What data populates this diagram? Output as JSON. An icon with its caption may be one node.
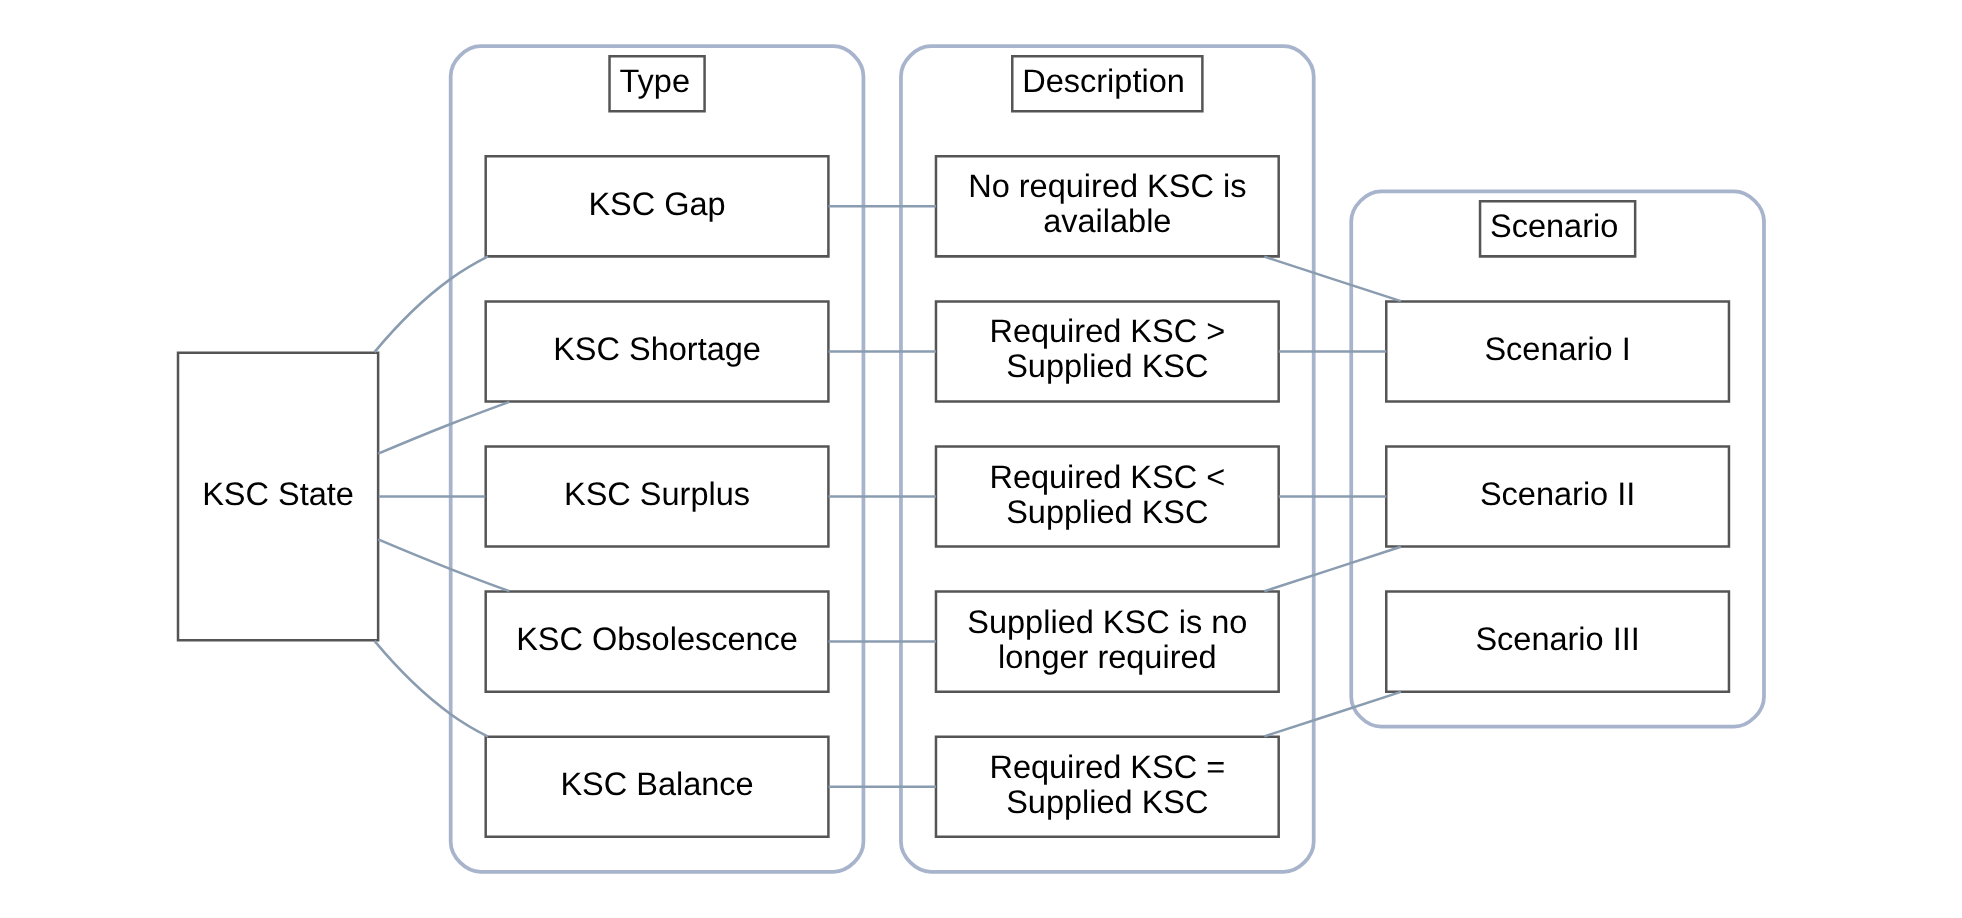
{
  "diagram": {
    "nodes": [
      {
        "text": [
          "KSC State"
        ]
      },
      {
        "text": [
          "Type"
        ]
      },
      {
        "text": [
          "KSC Gap"
        ],
        "in": 1
      },
      {
        "text": [
          "KSC Shortage"
        ],
        "in": 1
      },
      {
        "text": [
          "KSC Surplus"
        ],
        "in": 1
      },
      {
        "text": [
          "KSC Obsolescence"
        ],
        "in": 1
      },
      {
        "text": [
          "KSC Balance"
        ],
        "in": 1
      },
      {
        "text": [
          "Description"
        ]
      },
      {
        "text": [
          "No required KSC is available"
        ],
        "in": 7
      },
      {
        "text": [
          "Required KSC > Supplied KSC"
        ],
        "in": 7
      },
      {
        "text": [
          "Required KSC < Supplied KSC"
        ],
        "in": 7
      },
      {
        "text": [
          "Supplied KSC is no longer required"
        ],
        "in": 7
      },
      {
        "text": [
          "Required KSC = Supplied KSC"
        ],
        "in": 7
      },
      {
        "text": [
          "Scenario"
        ]
      },
      {
        "text": [
          "Scenario I"
        ],
        "in": 13
      },
      {
        "text": [
          "Scenario II"
        ],
        "in": 13
      },
      {
        "text": [
          "Scenario III"
        ],
        "in": 13
      }
    ],
    "edges": [
      {
        "from": 0,
        "to": 2,
        "arrow": "none"
      },
      {
        "from": 0,
        "to": 3,
        "arrow": "none"
      },
      {
        "from": 0,
        "to": 4,
        "arrow": "none"
      },
      {
        "from": 0,
        "to": 5,
        "arrow": "none"
      },
      {
        "from": 0,
        "to": 6,
        "arrow": "none"
      },
      {
        "from": 2,
        "to": 8,
        "arrow": "none"
      },
      {
        "from": 3,
        "to": 9,
        "arrow": "none"
      },
      {
        "from": 4,
        "to": 10,
        "arrow": "none"
      },
      {
        "from": 5,
        "to": 11,
        "arrow": "none"
      },
      {
        "from": 6,
        "to": 12,
        "arrow": "none"
      },
      {
        "from": 8,
        "to": 14,
        "arrow": "none"
      },
      {
        "from": 9,
        "to": 14,
        "arrow": "none"
      },
      {
        "from": 10,
        "to": 15,
        "arrow": "none"
      },
      {
        "from": 11,
        "to": 15,
        "arrow": "none"
      },
      {
        "from": 12,
        "to": 16,
        "arrow": "none"
      }
    ]
  }
}
